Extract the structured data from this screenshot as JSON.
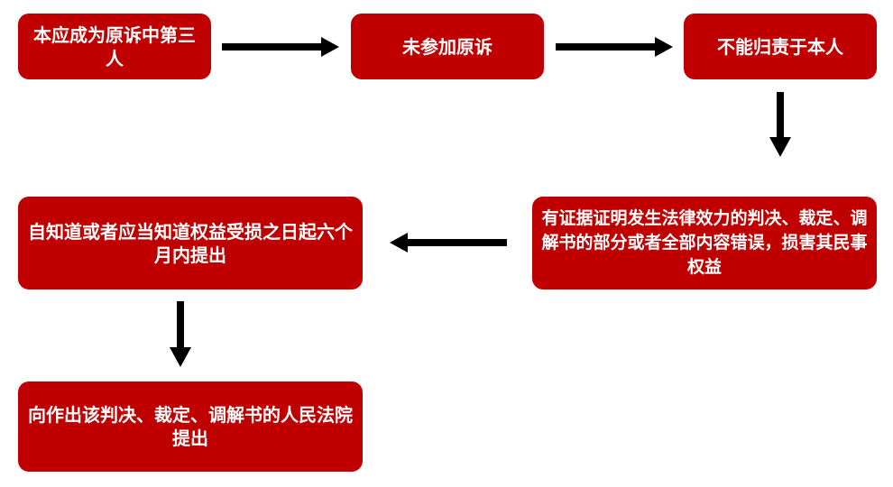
{
  "colors": {
    "box_fill": "#c00000",
    "box_text": "#ffffff",
    "arrow": "#000000"
  },
  "nodes": {
    "third_party": "本应成为原诉中第三人",
    "not_joined": "未参加原诉",
    "not_attributable": "不能归责于本人",
    "evidence": "有证据证明发生法律效力的判决、裁定、调解书的部分或者全部内容错误，损害其民事权益",
    "deadline": "自知道或者应当知道权益受损之日起六个月内提出",
    "court": "向作出该判决、裁定、调解书的人民法院提出"
  }
}
